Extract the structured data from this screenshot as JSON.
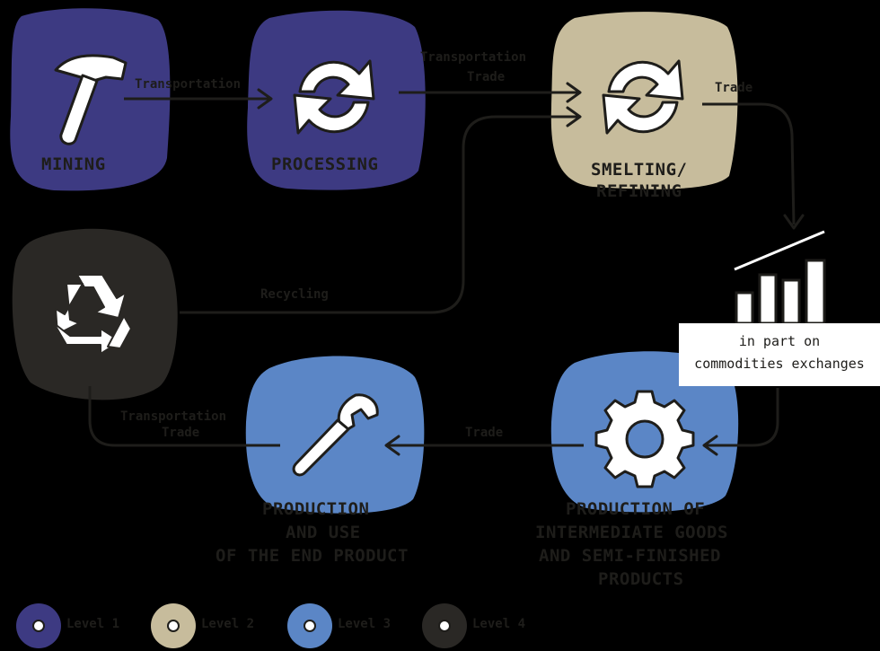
{
  "stages": {
    "mining": "MINING",
    "processing": "PROCESSING",
    "smelting_line1": "SMELTING/",
    "smelting_line2": "REFINING",
    "production_use_line1": "PRODUCTION",
    "production_use_line2": "AND USE",
    "production_use_line3": "OF THE END PRODUCT",
    "intermediate_line1": "PRODUCTION OF",
    "intermediate_line2": "INTERMEDIATE GOODS",
    "intermediate_line3": "AND SEMI-FINISHED",
    "intermediate_line4": "PRODUCTS"
  },
  "transitions": {
    "mining_to_processing": "Transportation",
    "processing_to_smelting_1": "Transportation",
    "processing_to_smelting_2": "Trade",
    "smelting_out": "Trade",
    "recycling_to_smelting": "Recycling",
    "intermediate_to_production": "Trade",
    "production_to_recycling_1": "Transportation",
    "production_to_recycling_2": "Trade"
  },
  "callout": {
    "line1": "in part on",
    "line2": "commodities exchanges"
  },
  "legend": [
    {
      "label": "Level 1",
      "color": "#3d3a82"
    },
    {
      "label": "Level 2",
      "color": "#c7bc9c"
    },
    {
      "label": "Level 3",
      "color": "#5b86c6"
    },
    {
      "label": "Level 4",
      "color": "#2a2825"
    }
  ],
  "colors": {
    "level1": "#3d3a82",
    "level2": "#c7bc9c",
    "level3": "#5b86c6",
    "level4": "#2a2825",
    "ink": "#1e1d1a",
    "white": "#ffffff"
  },
  "icons": [
    "hammer-icon",
    "refresh-icon",
    "refresh-icon",
    "bar-chart-icon",
    "recycle-icon",
    "wrench-icon",
    "gear-icon"
  ]
}
